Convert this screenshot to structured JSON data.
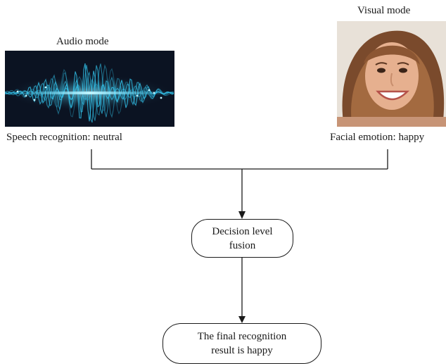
{
  "audio": {
    "title": "Audio mode",
    "caption": "Speech recognition: neutral"
  },
  "visual": {
    "title": "Visual mode",
    "caption": "Facial emotion: happy"
  },
  "fusion_node": {
    "line1": "Decision level",
    "line2": "fusion"
  },
  "result_node": {
    "line1": "The final recognition",
    "line2": "result is happy"
  },
  "colors": {
    "wave_glow": "#35d4ff",
    "wave_background": "#0b1322",
    "line": "#1a1a1a"
  },
  "icons": {
    "audio_image": "sound-wave-image",
    "visual_image": "smiling-face-photo",
    "arrowhead": "arrow-down-icon"
  }
}
